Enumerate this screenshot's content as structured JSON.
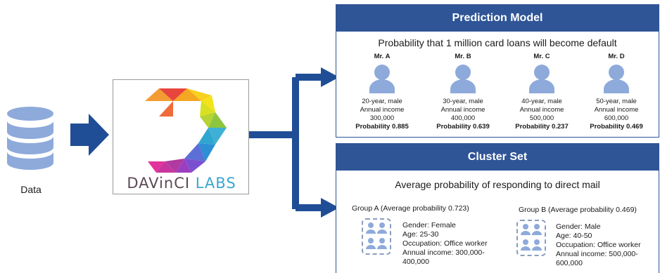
{
  "left": {
    "data_label": "Data"
  },
  "logo": {
    "text_main": "DAVinCI ",
    "text_labs": "LABS"
  },
  "prediction": {
    "header": "Prediction Model",
    "subtitle": "Probability that 1 million card loans will become default",
    "persons": [
      {
        "name": "Mr. A",
        "line1": "20-year, male",
        "line2": "Annual income",
        "line3": "300,000",
        "prob": "Probability 0.885"
      },
      {
        "name": "Mr. B",
        "line1": "30-year, male",
        "line2": "Annual income",
        "line3": "400,000",
        "prob": "Probability 0.639"
      },
      {
        "name": "Mr. C",
        "line1": "40-year, male",
        "line2": "Annual income",
        "line3": "500,000",
        "prob": "Probability 0.237"
      },
      {
        "name": "Mr. D",
        "line1": "50-year, male",
        "line2": "Annual income",
        "line3": "600,000",
        "prob": "Probability 0.469"
      }
    ]
  },
  "cluster": {
    "header": "Cluster Set",
    "subtitle": "Average probability of responding to direct mail",
    "groups": [
      {
        "title": "Group A (Average probability 0.723)",
        "gender": "Gender: Female",
        "age": "Age: 25-30",
        "occupation": "Occupation: Office worker",
        "income": "Annual income: 300,000-",
        "income2": "400,000"
      },
      {
        "title": "Group B (Average probability 0.469)",
        "gender": "Gender: Male",
        "age": "Age: 40-50",
        "occupation": "Occupation: Office worker",
        "income": "Annual income: 500,000-",
        "income2": "600,000"
      }
    ]
  },
  "colors": {
    "navy": "#2f5597",
    "person": "#8eaadb",
    "arrow": "#1f4e96"
  }
}
